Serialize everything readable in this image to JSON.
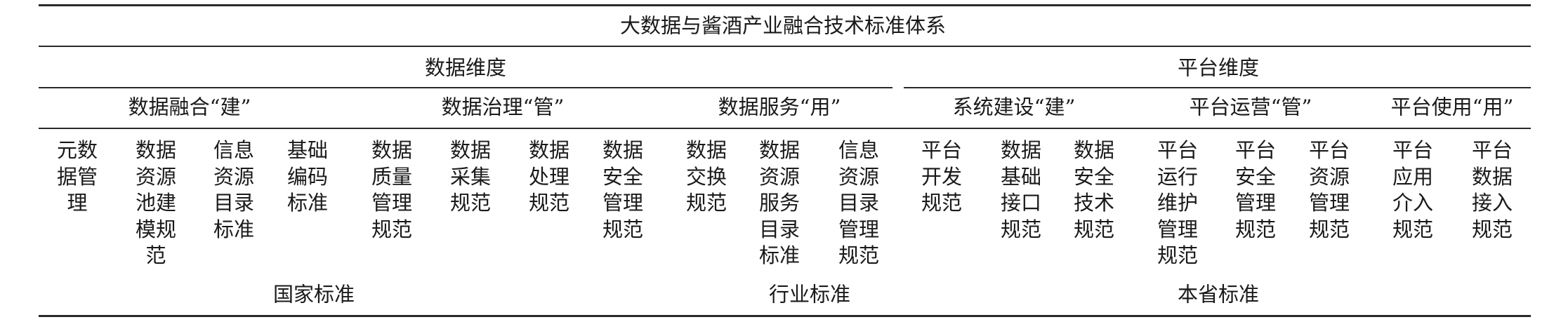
{
  "title": "大数据与酱酒产业融合技术标准体系",
  "dimensions": [
    "数据维度",
    "平台维度"
  ],
  "categories": [
    "数据融合“建”",
    "数据治理“管”",
    "数据服务“用”",
    "系统建设“建”",
    "平台运营“管”",
    "平台使用“用”"
  ],
  "leaves": [
    [
      "元数",
      "据管",
      "理"
    ],
    [
      "数据",
      "资源",
      "池建",
      "模规",
      "范"
    ],
    [
      "信息",
      "资源",
      "目录",
      "标准"
    ],
    [
      "基础",
      "编码",
      "标准"
    ],
    [
      "数据",
      "质量",
      "管理",
      "规范"
    ],
    [
      "数据",
      "采集",
      "规范"
    ],
    [
      "数据",
      "处理",
      "规范"
    ],
    [
      "数据",
      "安全",
      "管理",
      "规范"
    ],
    [
      "数据",
      "交换",
      "规范"
    ],
    [
      "数据",
      "资源",
      "服务",
      "目录",
      "标准"
    ],
    [
      "信息",
      "资源",
      "目录",
      "管理",
      "规范"
    ],
    [
      "平台",
      "开发",
      "规范"
    ],
    [
      "数据",
      "基础",
      "接口",
      "规范"
    ],
    [
      "数据",
      "安全",
      "技术",
      "规范"
    ],
    [
      "平台",
      "运行",
      "维护",
      "管理",
      "规范"
    ],
    [
      "平台",
      "安全",
      "管理",
      "规范"
    ],
    [
      "平台",
      "资源",
      "管理",
      "规范"
    ],
    [
      "平台",
      "应用",
      "介入",
      "规范"
    ],
    [
      "平台",
      "数据",
      "接入",
      "规范"
    ]
  ],
  "levels": [
    "国家标准",
    "行业标准",
    "本省标准"
  ]
}
